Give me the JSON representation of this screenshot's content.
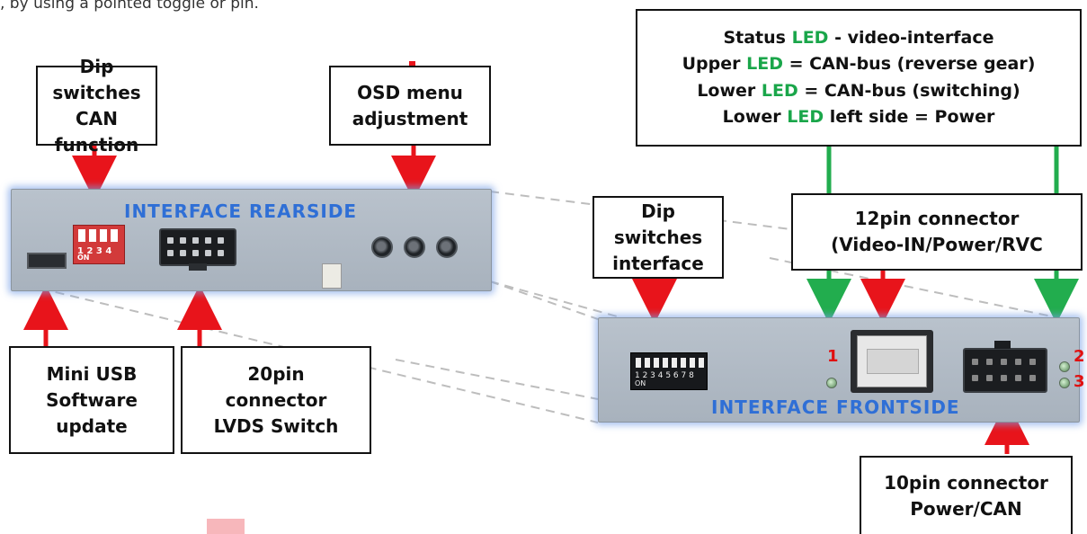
{
  "top_fragment": ", by using a pointed toggle or pin.",
  "labels": {
    "dip_can": [
      "Dip switches",
      "CAN function"
    ],
    "osd": [
      "OSD menu",
      "adjustment"
    ],
    "status": {
      "lines": [
        {
          "pre": "Status ",
          "led": "LED",
          "post": " - video-interface"
        },
        {
          "pre": "Upper ",
          "led": "LED",
          "post": " = CAN-bus (reverse gear)"
        },
        {
          "pre": "Lower ",
          "led": "LED",
          "post": " = CAN-bus (switching)"
        },
        {
          "pre": "Lower ",
          "led": "LED",
          "post": " left side = Power"
        }
      ]
    },
    "dip_interface": [
      "Dip switches",
      "interface"
    ],
    "pin12": [
      "12pin connector",
      "(Video-IN/Power/RVC"
    ],
    "mini_usb": [
      "Mini USB",
      "Software",
      "update"
    ],
    "pin20": [
      "20pin",
      "connector",
      "LVDS Switch"
    ],
    "pin10": [
      "10pin connector",
      "Power/CAN"
    ]
  },
  "devices": {
    "rear": {
      "title": "INTERFACE  REARSIDE",
      "dip_numbers": "1 2 3 4",
      "dip_on": "ON"
    },
    "front": {
      "title": "INTERFACE  FRONTSIDE",
      "dip_numbers": "1 2 3 4 5 6 7 8",
      "dip_on": "ON",
      "led_numbers": [
        "1",
        "2",
        "3"
      ]
    }
  },
  "colors": {
    "arrow_red": "#e8141b",
    "arrow_green": "#22ad4e",
    "label_blue": "#2f6fd6",
    "led_green": "#1aa64a"
  }
}
